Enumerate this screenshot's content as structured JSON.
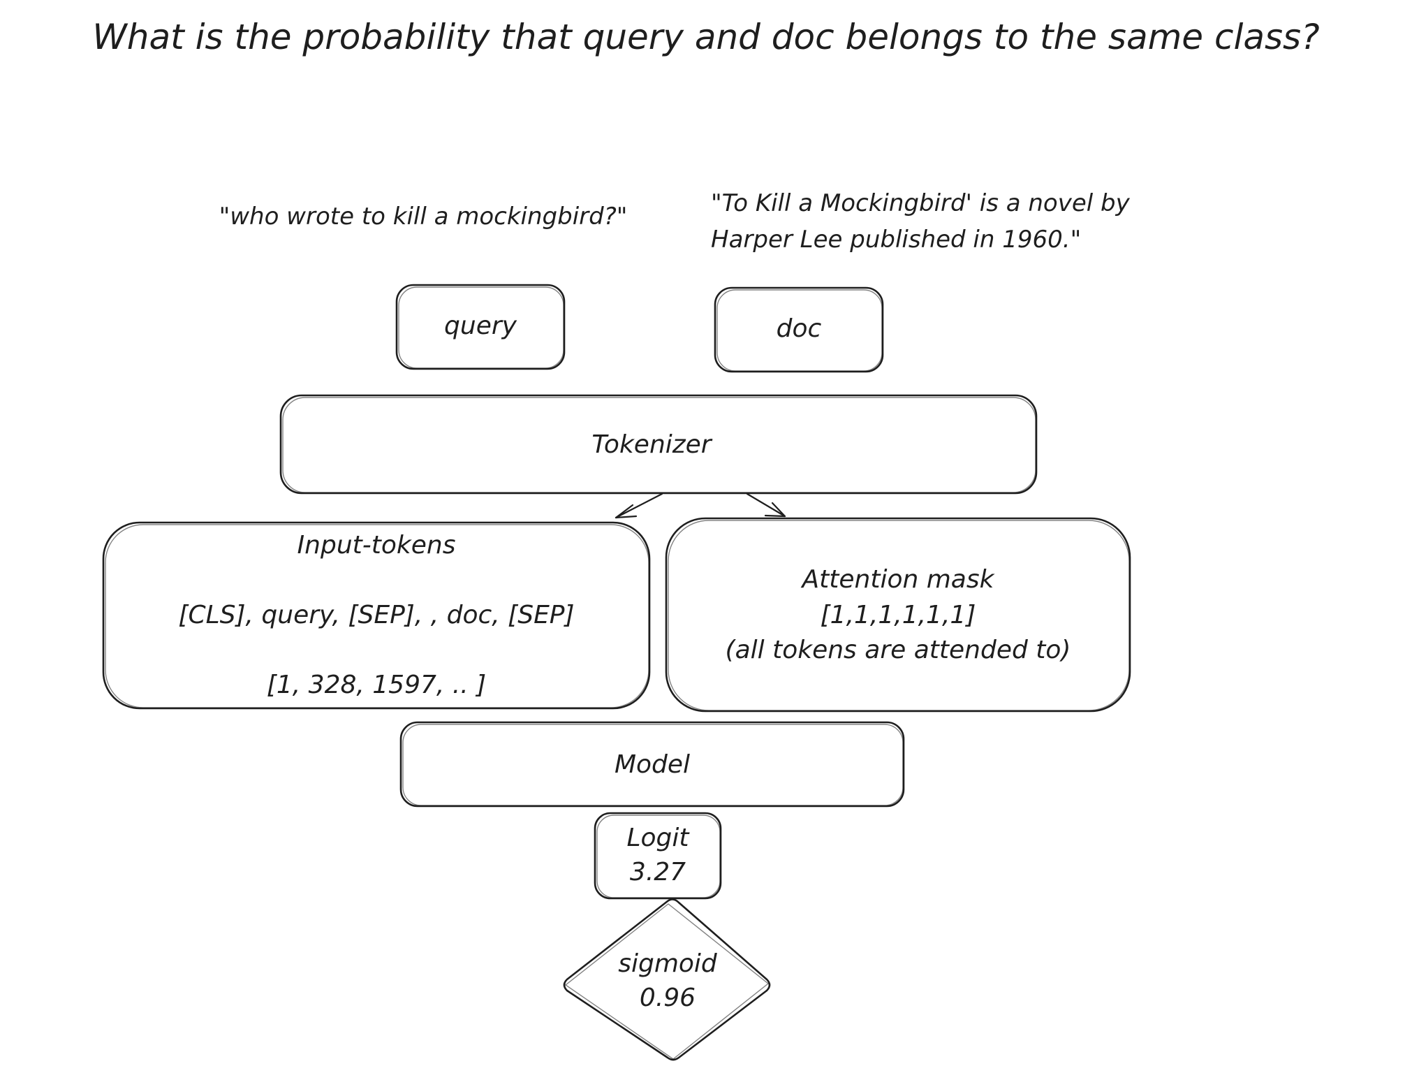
{
  "title": "What is the probability that query and doc belongs to the same class?",
  "query_example": "\"who wrote to kill a mockingbird?\"",
  "doc_example": {
    "line1": "\"To Kill a Mockingbird' is a novel by",
    "line2": "Harper Lee published in 1960.\""
  },
  "nodes": {
    "query": "query",
    "doc": "doc",
    "tokenizer": "Tokenizer",
    "input_tokens": {
      "heading": "Input-tokens",
      "sequence": "[CLS], query, [SEP], , doc, [SEP]",
      "ids": "[1, 328, 1597, .. ]"
    },
    "attention_mask": {
      "heading": "Attention mask",
      "values": "[1,1,1,1,1,1]",
      "note": "(all tokens are attended to)"
    },
    "model": "Model",
    "logit": {
      "label": "Logit",
      "value": "3.27"
    },
    "sigmoid": {
      "label": "sigmoid",
      "value": "0.96"
    }
  }
}
